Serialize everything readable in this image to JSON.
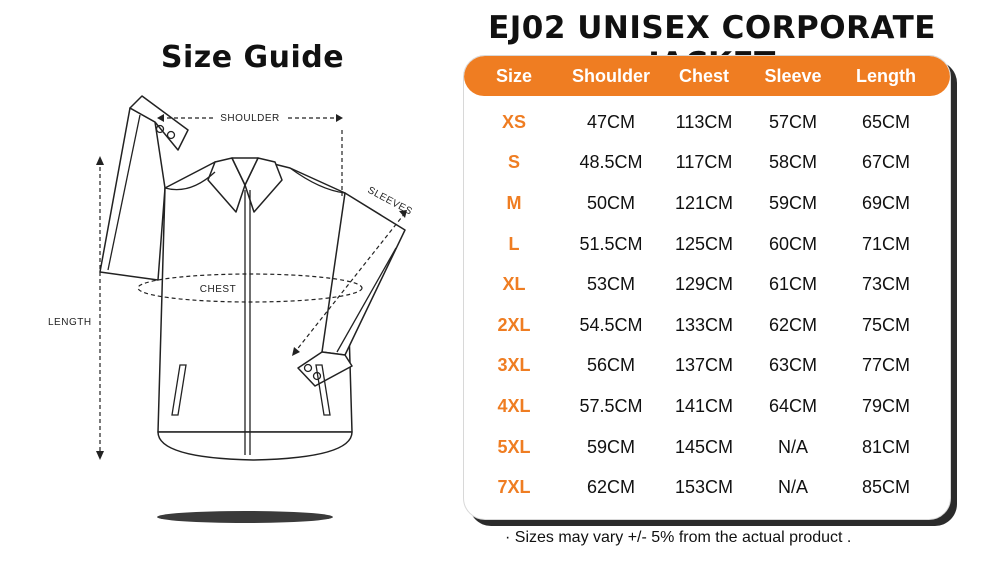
{
  "guide": {
    "title": "Size Guide",
    "labels": {
      "shoulder": "SHOULDER",
      "sleeves": "SLEEVES",
      "chest": "CHEST",
      "length": "LENGTH"
    }
  },
  "product": {
    "title": "EJ02 UNISEX CORPORATE JACKET"
  },
  "table": {
    "columns": [
      "Size",
      "Shoulder",
      "Chest",
      "Sleeve",
      "Length"
    ],
    "rows": [
      [
        "XS",
        "47CM",
        "113CM",
        "57CM",
        "65CM"
      ],
      [
        "S",
        "48.5CM",
        "117CM",
        "58CM",
        "67CM"
      ],
      [
        "M",
        "50CM",
        "121CM",
        "59CM",
        "69CM"
      ],
      [
        "L",
        "51.5CM",
        "125CM",
        "60CM",
        "71CM"
      ],
      [
        "XL",
        "53CM",
        "129CM",
        "61CM",
        "73CM"
      ],
      [
        "2XL",
        "54.5CM",
        "133CM",
        "62CM",
        "75CM"
      ],
      [
        "3XL",
        "56CM",
        "137CM",
        "63CM",
        "77CM"
      ],
      [
        "4XL",
        "57.5CM",
        "141CM",
        "64CM",
        "79CM"
      ],
      [
        "5XL",
        "59CM",
        "145CM",
        "N/A",
        "81CM"
      ],
      [
        "7XL",
        "62CM",
        "153CM",
        "N/A",
        "85CM"
      ]
    ]
  },
  "footnote": "· Sizes may vary +/- 5% from the actual product .",
  "colors": {
    "accent": "#ef7d22",
    "text": "#111111",
    "shadow": "#2b2b2b"
  }
}
